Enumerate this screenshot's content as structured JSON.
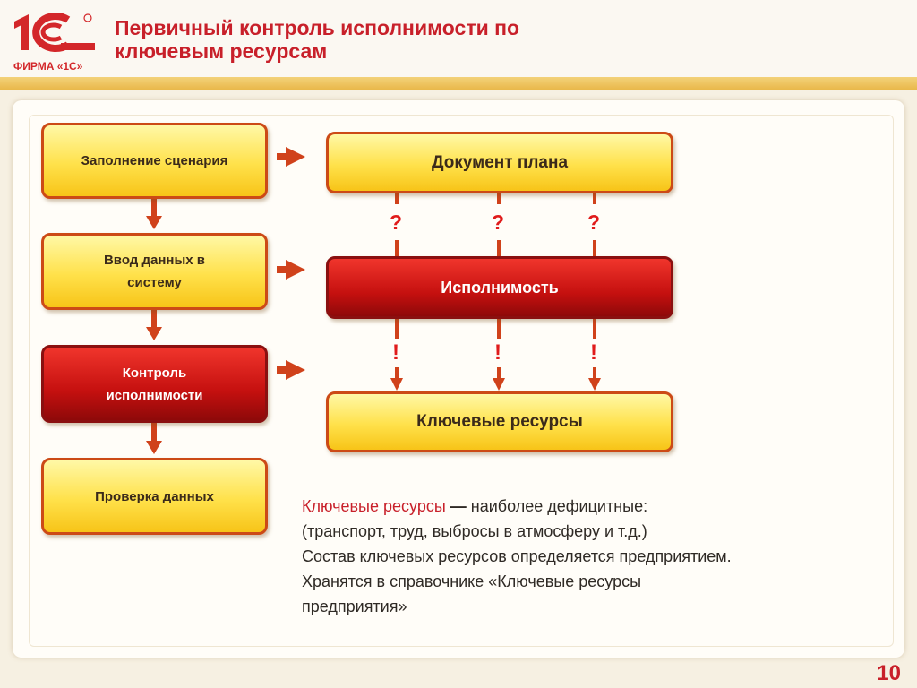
{
  "header": {
    "logo_text": "ФИРМА «1С»",
    "logo_mark": "1С",
    "title_line1": "Первичный контроль исполнимости по",
    "title_line2": "ключевым ресурсам"
  },
  "left_steps": [
    {
      "label": "Заполнение сценария"
    },
    {
      "label": "Ввод данных в систему"
    },
    {
      "label": "Контроль исполнимости"
    },
    {
      "label": "Проверка данных"
    }
  ],
  "right_boxes": {
    "plan": "Документ плана",
    "feasibility": "Исполнимость",
    "key_resources": "Ключевые ресурсы"
  },
  "marks": {
    "question": "?",
    "exclaim": "!"
  },
  "description": {
    "term": "Ключевые  ресурсы",
    "dash": " — ",
    "line1_rest": "наиболее дефицитные:",
    "line2": "(транспорт, труд, выбросы в атмосферу и т.д.)",
    "line3": "Состав  ключевых ресурсов определяется предприятием.",
    "line4": "Хранятся в справочнике «Ключевые ресурсы",
    "line5": "предприятия»"
  },
  "page_number": "10",
  "colors": {
    "accent_red": "#c8202a",
    "box_border": "#cc4a16",
    "yellow_fill": "#ffe14a",
    "red_fill": "#c5100f"
  }
}
